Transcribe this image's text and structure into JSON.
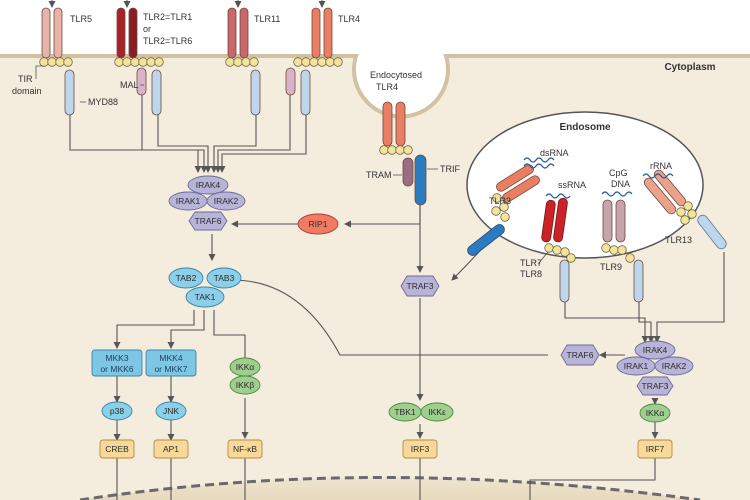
{
  "regions": {
    "cytoplasm": "Cytoplasm",
    "endosome": "Endosome",
    "endocytosed": [
      "Endocytosed",
      "TLR4"
    ]
  },
  "receptors": {
    "tlr5": "TLR5",
    "tlr2": [
      "TLR2=TLR1",
      "or",
      "TLR2=TLR6"
    ],
    "tlr11": "TLR11",
    "tlr4": "TLR4",
    "tlr3": "TLR3",
    "tlr78": [
      "TLR7",
      "TLR8"
    ],
    "tlr9": "TLR9",
    "tlr13": "TLR13"
  },
  "ligands": {
    "dsrna": "dsRNA",
    "ssrna": "ssRNA",
    "cpg": [
      "CpG",
      "DNA"
    ],
    "rrna": "rRNA"
  },
  "adaptors": {
    "tir": [
      "TIR",
      "domain"
    ],
    "myd88": "MYD88",
    "mal": "MAL",
    "tram": "TRAM",
    "trif": "TRIF"
  },
  "nodes": {
    "irak4": "IRAK4",
    "irak1": "IRAK1",
    "irak2": "IRAK2",
    "traf6": "TRAF6",
    "rip1": "RIP1",
    "traf3": "TRAF3",
    "tab2": "TAB2",
    "tab3": "TAB3",
    "tak1": "TAK1",
    "mkk36": [
      "MKK3",
      "or MKK6"
    ],
    "mkk47": [
      "MKK4",
      "or MKK7"
    ],
    "ikka": "IKKα",
    "ikkb": "IKKβ",
    "p38": "p38",
    "jnk": "JNK",
    "creb": "CREB",
    "ap1": "AP1",
    "nfkb": "NF-κB",
    "tbk1": "TBK1",
    "ikke": "IKKε",
    "irf3": "IRF3",
    "traf6b": "TRAF6",
    "irak4b": "IRAK4",
    "irak1b": "IRAK1",
    "irak2b": "IRAK2",
    "traf3b": "TRAF3",
    "ikkab": "IKKα",
    "irf7": "IRF7"
  }
}
